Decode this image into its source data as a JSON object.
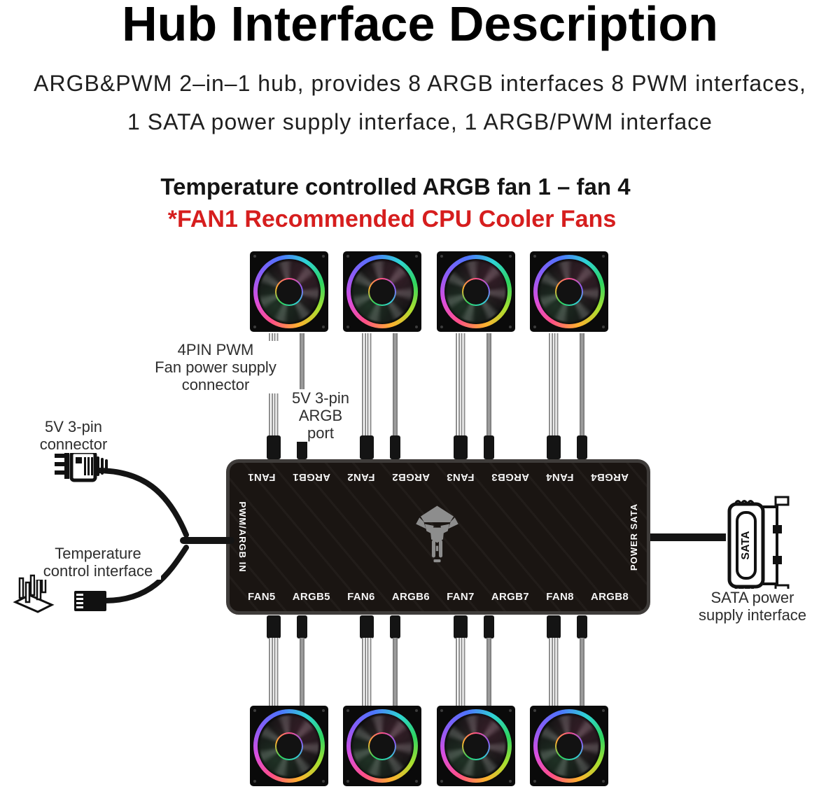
{
  "page": {
    "title": "Hub Interface Description",
    "description": {
      "line1": "ARGB&PWM 2–in–1 hub, provides 8 ARGB interfaces 8 PWM interfaces,",
      "line2": "1 SATA power supply interface, 1 ARGB/PWM interface"
    }
  },
  "section": {
    "heading": "Temperature controlled ARGB fan 1 – fan 4",
    "note": "*FAN1 Recommended CPU Cooler Fans",
    "note_color": "#d61e1e"
  },
  "callouts": {
    "pwm_fan_connector": {
      "line1": "4PIN PWM",
      "line2": "Fan power supply",
      "line3": "connector"
    },
    "argb_port": {
      "line1": "5V 3-pin",
      "line2": "ARGB port"
    },
    "five_v_connector": {
      "line1": "5V 3-pin",
      "line2": "connector"
    },
    "temperature_interface": {
      "line1": "Temperature",
      "line2": "control interface"
    },
    "sata_interface": {
      "line1": "SATA power",
      "line2": "supply interface"
    }
  },
  "hub": {
    "left_label": "PWM/ARGB IN",
    "right_label": "POWER SATA",
    "top_ports": [
      "FAN1",
      "ARGB1",
      "FAN2",
      "ARGB2",
      "FAN3",
      "ARGB3",
      "FAN4",
      "ARGB4"
    ],
    "bottom_ports": [
      "FAN5",
      "ARGB5",
      "FAN6",
      "ARGB6",
      "FAN7",
      "ARGB7",
      "FAN8",
      "ARGB8"
    ],
    "body_color": "#1a1512"
  },
  "sata_connector": {
    "label": "SATA"
  }
}
